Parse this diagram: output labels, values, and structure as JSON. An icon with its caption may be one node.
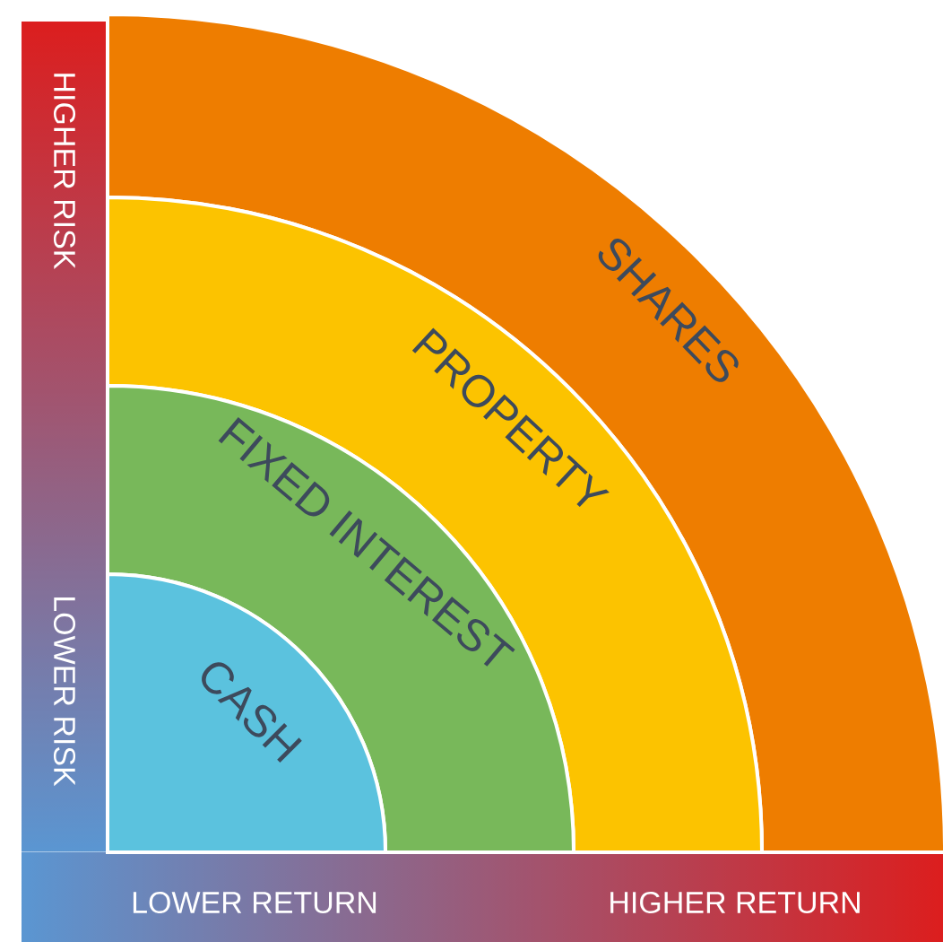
{
  "diagram": {
    "nodes": [
      {
        "text": [
          "SHARES"
        ]
      },
      {
        "text": [
          "PROPERTY"
        ]
      },
      {
        "text": [
          "FIXED INTEREST"
        ]
      },
      {
        "text": [
          "CASH"
        ]
      }
    ],
    "labels": [
      "HIGHER RISK",
      "LOWER RISK",
      "LOWER RETURN",
      "HIGHER RETURN"
    ]
  }
}
